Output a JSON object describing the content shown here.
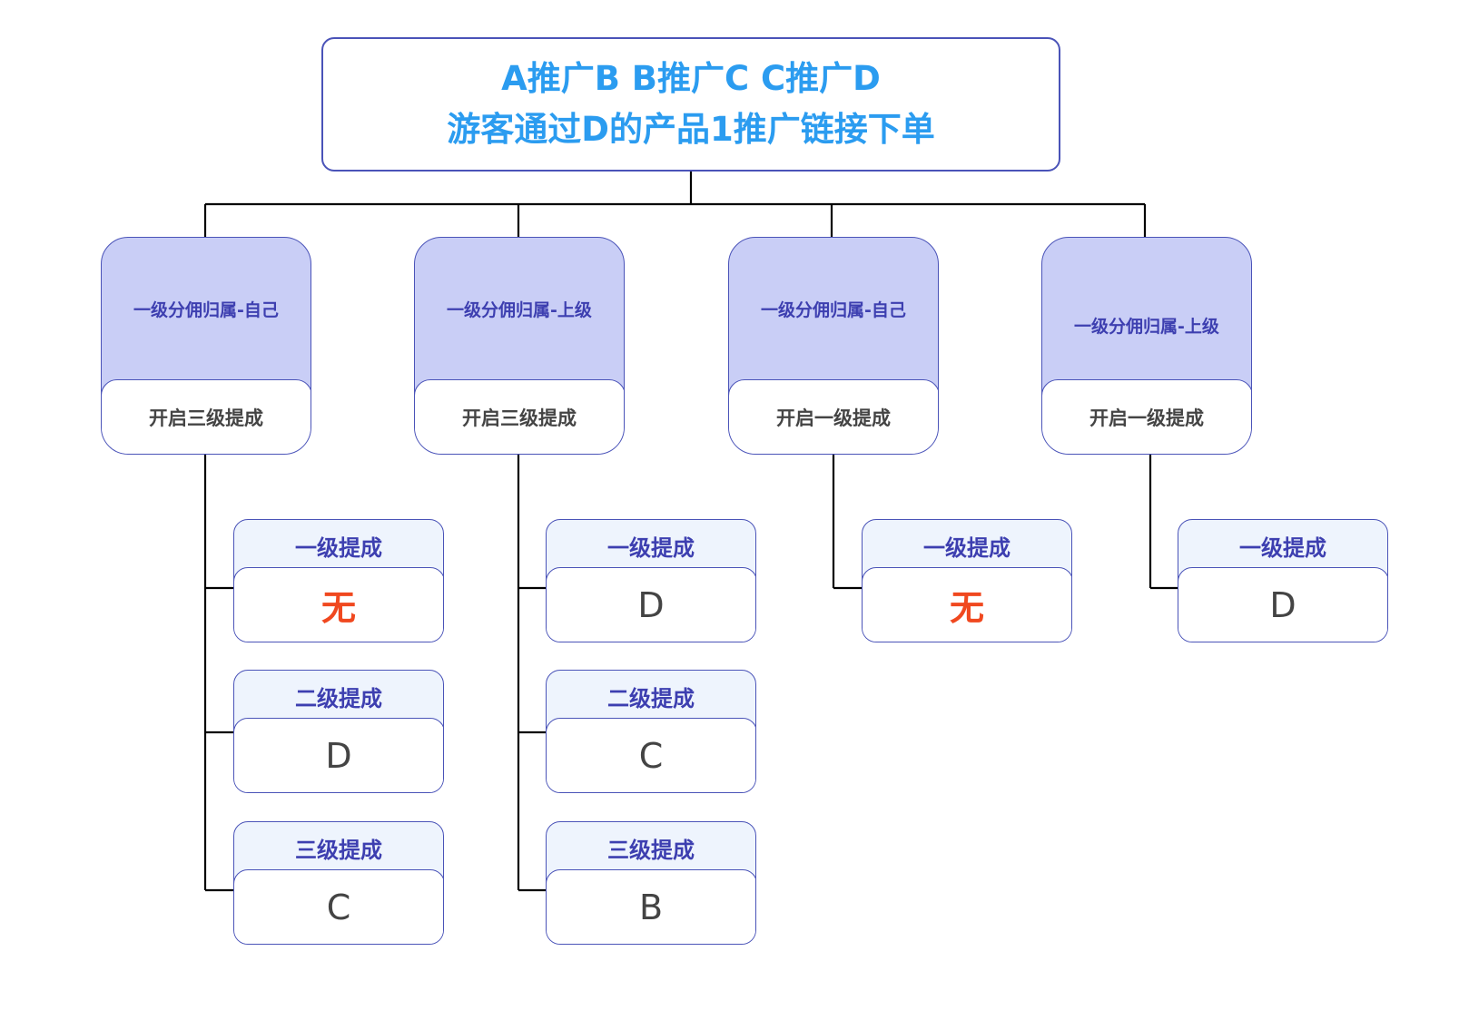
{
  "root": {
    "line1": "A推广B  B推广C  C推广D",
    "line2": "游客通过D的产品1推广链接下单"
  },
  "branches": [
    {
      "title": "一级分佣归属-自己",
      "subtitle": "开启三级提成",
      "leaves": [
        {
          "title": "一级提成",
          "value": "无"
        },
        {
          "title": "二级提成",
          "value": "D"
        },
        {
          "title": "三级提成",
          "value": "C"
        }
      ]
    },
    {
      "title": "一级分佣归属-上级",
      "subtitle": "开启三级提成",
      "leaves": [
        {
          "title": "一级提成",
          "value": "D"
        },
        {
          "title": "二级提成",
          "value": "C"
        },
        {
          "title": "三级提成",
          "value": "B"
        }
      ]
    },
    {
      "title": "一级分佣归属-自己",
      "subtitle": "开启一级提成",
      "leaves": [
        {
          "title": "一级提成",
          "value": "无"
        }
      ]
    },
    {
      "title": "一级分佣归属-上级",
      "subtitle": "开启一级提成",
      "leaves": [
        {
          "title": "一级提成",
          "value": "D"
        }
      ]
    }
  ],
  "colors": {
    "border": "#4a53b8",
    "root_text": "#2b9cf0",
    "branch_fill": "#c9cef6",
    "leaf_header_fill": "#eef4fd",
    "label_text": "#3d3fb0",
    "value_text": "#444444",
    "none_text": "#f0481f",
    "connector": "#000000"
  }
}
